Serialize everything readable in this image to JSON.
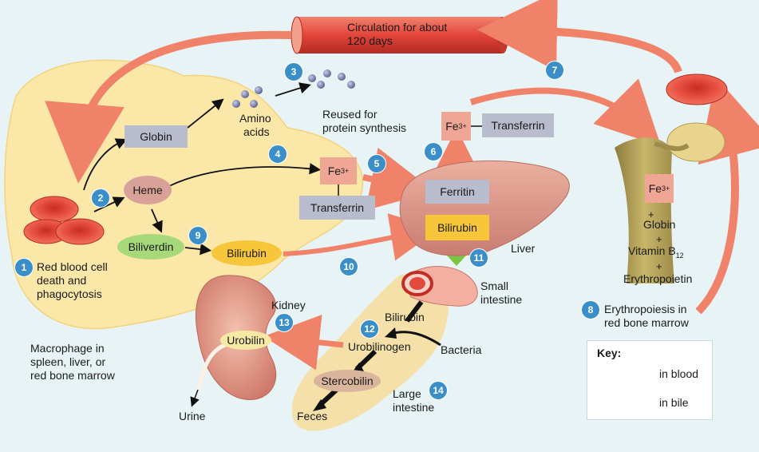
{
  "circulation": {
    "line1": "Circulation for about",
    "line2": "120 days"
  },
  "steps": {
    "s1": "1",
    "s2": "2",
    "s3": "3",
    "s4": "4",
    "s5": "5",
    "s6": "6",
    "s7": "7",
    "s8": "8",
    "s9": "9",
    "s10": "10",
    "s11": "11",
    "s12": "12",
    "s13": "13",
    "s14": "14"
  },
  "labels": {
    "rbc_death_l1": "Red blood cell",
    "rbc_death_l2": "death and",
    "rbc_death_l3": "phagocytosis",
    "macrophage_l1": "Macrophage in",
    "macrophage_l2": "spleen, liver, or",
    "macrophage_l3": "red bone marrow",
    "globin": "Globin",
    "heme": "Heme",
    "biliverdin": "Biliverdin",
    "bilirubin_macrophage": "Bilirubin",
    "amino_l1": "Amino",
    "amino_l2": "acids",
    "reused_l1": "Reused for",
    "reused_l2": "protein synthesis",
    "fe": "Fe",
    "fe_sup": "3+",
    "transferrin": "Transferrin",
    "transferrin_top": "Transferrin",
    "ferritin": "Ferritin",
    "bilirubin_liver": "Bilirubin",
    "liver": "Liver",
    "small_int_l1": "Small",
    "small_int_l2": "intestine",
    "bilirubin_int": "Bilirubin",
    "urobilinogen": "Urobilinogen",
    "bacteria": "Bacteria",
    "stercobilin": "Stercobilin",
    "feces": "Feces",
    "large_int_l1": "Large",
    "large_int_l2": "intestine",
    "kidney": "Kidney",
    "urobilin": "Urobilin",
    "urine": "Urine",
    "marrow_globin": "Globin",
    "plus": "+",
    "vitamin": "Vitamin B",
    "vitamin_sub": "12",
    "erythropoietin": "Erythropoietin",
    "erythro_l1": "Erythropoiesis in",
    "erythro_l2": "red bone marrow"
  },
  "key": {
    "title": "Key:",
    "blood": "in blood",
    "bile": "in bile"
  },
  "colors": {
    "blood_arrow": "#f0826a",
    "bile_arrow": "#7cc444",
    "badge": "#3a8fc8",
    "macrophage": "#fbe7a8",
    "rbc": "#e84a3c",
    "bone": "#b3a055"
  }
}
